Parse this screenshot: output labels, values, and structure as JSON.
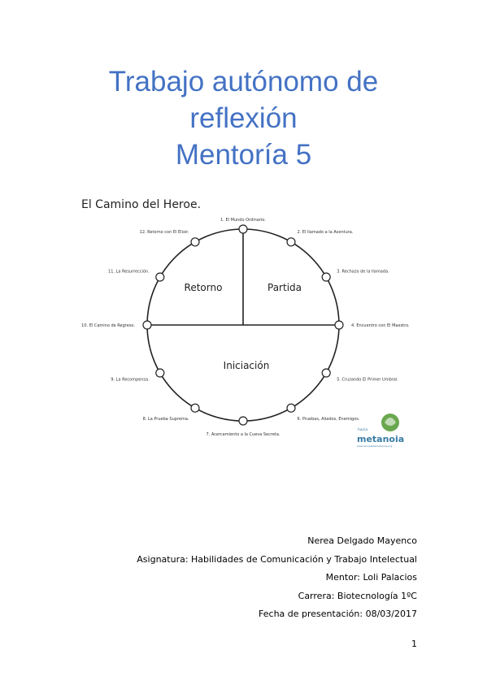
{
  "document": {
    "title_lines": [
      "Trabajo autónomo de",
      "reflexión",
      "Mentoría 5"
    ],
    "figure": {
      "heading": "El Camino del Heroe.",
      "sections": {
        "top_left": "Retorno",
        "top_right": "Partida",
        "bottom": "Iniciación"
      },
      "stages": [
        "1. El Mundo Ordinario.",
        "2. El llamado a la Aventura.",
        "3. Rechazo de la llamada.",
        "4. Encuentro con El Maestro.",
        "5. Cruzando El Primer Umbral.",
        "6. Pruebas, Aliados, Enemigos.",
        "7. Acercamiento a la Cueva Secreta.",
        "8. La Prueba Suprema.",
        "9. La Recompensa.",
        "10. El Camino de Regreso.",
        "11. La Resurrección.",
        "12. Retorno con El Elixir."
      ],
      "logo": {
        "prefix": "hacia",
        "name": "metanoia",
        "tagline": "www.escuelademetanoia.org"
      }
    },
    "author": "Nerea Delgado Mayenco",
    "subject": "Asignatura: Habilidades de Comunicación y Trabajo Intelectual",
    "mentor": "Mentor: Loli Palacios",
    "career": "Carrera: Biotecnología 1ºC",
    "date": "Fecha de presentación: 08/03/2017",
    "page_number": "1"
  },
  "colors": {
    "title": "#4472c4",
    "logo_green": "#6aa84f",
    "logo_blue": "#3a7ca5"
  }
}
